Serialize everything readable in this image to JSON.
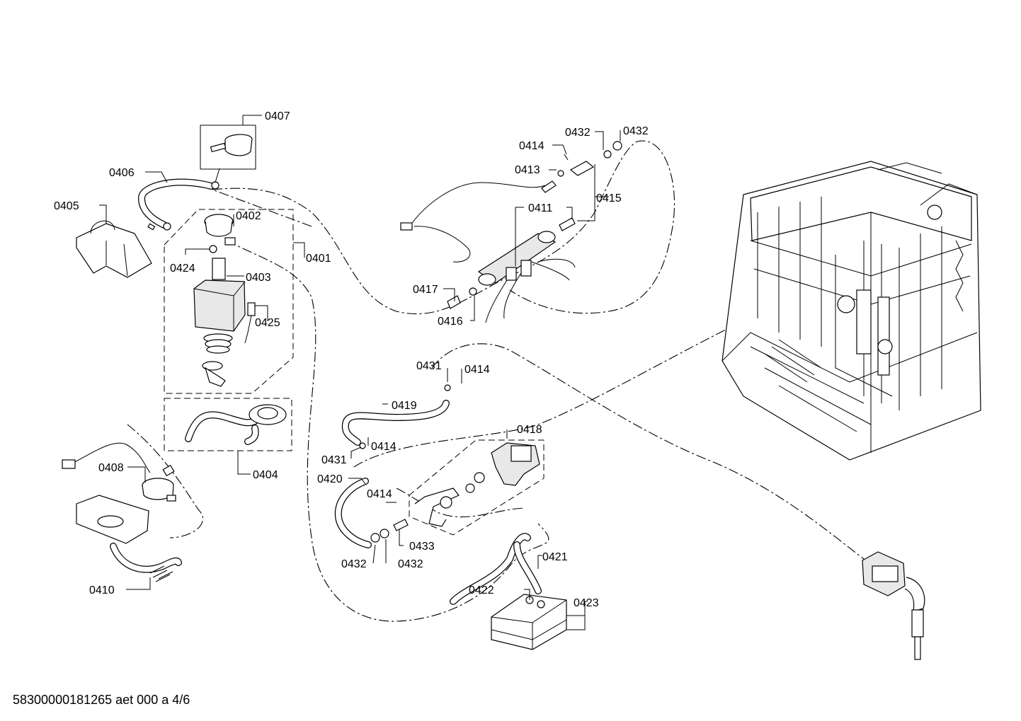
{
  "diagram": {
    "callouts": {
      "c0401": "0401",
      "c0402": "0402",
      "c0403": "0403",
      "c0404": "0404",
      "c0405": "0405",
      "c0406": "0406",
      "c0407": "0407",
      "c0408": "0408",
      "c0410": "0410",
      "c0411": "0411",
      "c0413": "0413",
      "c0414a": "0414",
      "c0414b": "0414",
      "c0414c": "0414",
      "c0414d": "0414",
      "c0415": "0415",
      "c0416": "0416",
      "c0417": "0417",
      "c0418": "0418",
      "c0419": "0419",
      "c0420": "0420",
      "c0421": "0421",
      "c0422": "0422",
      "c0423": "0423",
      "c0424": "0424",
      "c0425": "0425",
      "c0431a": "0431",
      "c0431b": "0431",
      "c0432a": "0432",
      "c0432b": "0432",
      "c0432c": "0432",
      "c0432d": "0432",
      "c0433": "0433"
    },
    "footer": "58300000181265 aet 000 a 4/6"
  }
}
